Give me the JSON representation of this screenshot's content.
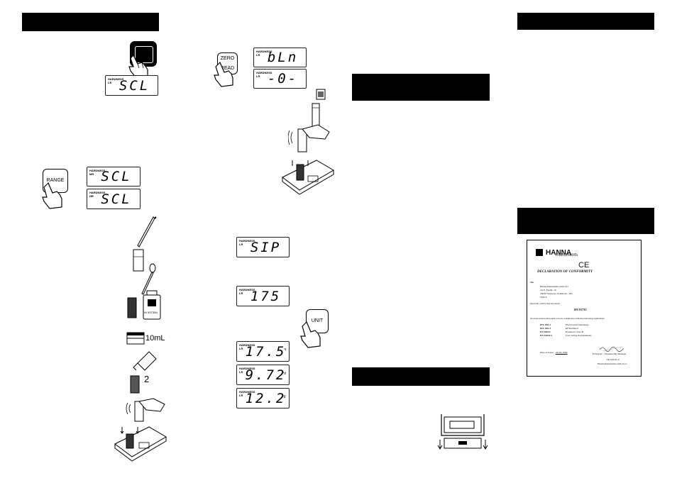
{
  "keys": {
    "zero_read_top": "ZERO",
    "zero_read_bottom": "READ",
    "range": "RANGE",
    "unit": "UNIT"
  },
  "displays": {
    "scl_1": {
      "tag": "HARDNESS",
      "mode": "LR",
      "reading": "SCL",
      "unit": ""
    },
    "scl_mr": {
      "tag": "HARDNESS",
      "mode": "MR",
      "reading": "SCL",
      "unit": ""
    },
    "scl_hr": {
      "tag": "HARDNESS",
      "mode": "HR",
      "reading": "SCL",
      "unit": ""
    },
    "bln": {
      "tag": "HARDNESS",
      "mode": "LR",
      "reading": "bLn",
      "unit": ""
    },
    "zero": {
      "tag": "HARDNESS",
      "mode": "LR",
      "reading": "-0-",
      "unit": ""
    },
    "sip": {
      "tag": "HARDNESS",
      "mode": "LR",
      "reading": "SIP",
      "unit": ""
    },
    "r175": {
      "tag": "HARDNESS",
      "mode": "LR",
      "reading": "175",
      "unit": ""
    },
    "r17_5": {
      "tag": "HARDNESS",
      "mode": "LR",
      "reading": "17.5",
      "unit": "°f"
    },
    "r9_72": {
      "tag": "HARDNESS",
      "mode": "LR",
      "reading": "9.72",
      "unit": "°d"
    },
    "r12_2": {
      "tag": "HARDNESS",
      "mode": "LR",
      "reading": "12.2",
      "unit": "°E"
    }
  },
  "labels": {
    "ten_ml": "10mL",
    "step_two": "2",
    "reagent_bottle": "HI 93735A"
  },
  "certificate": {
    "brand": "HANNA",
    "brand_sub": "instruments",
    "ce_mark": "CE",
    "title": "DECLARATION OF CONFORMITY",
    "we": "We",
    "address": [
      "Hanna Instruments Italia Srl",
      "via E. Fermi, 10",
      "35030 Sarmeola di Rubano - PD",
      "ITALY"
    ],
    "certify": "herewith certify that the meter",
    "model": "HI 93735",
    "tested": "has been tested and found to be in compliance with the following regulations:",
    "regs": [
      {
        "code": "IEC 801-2",
        "desc": "Electrostatic Discharge"
      },
      {
        "code": "IEC 801-3",
        "desc": "RF Radiated"
      },
      {
        "code": "EN 55022",
        "desc": "Radiated, Class B"
      },
      {
        "code": "EN 61010-1",
        "desc": "User Safety Requirements"
      }
    ],
    "date_label": "Date of Issue:",
    "date_value": "20-03-1999",
    "signer": "D.Volpato - Engineering Manager",
    "on_behalf": "On behalf of",
    "company": "Hanna Instruments Italia S.r.l."
  }
}
